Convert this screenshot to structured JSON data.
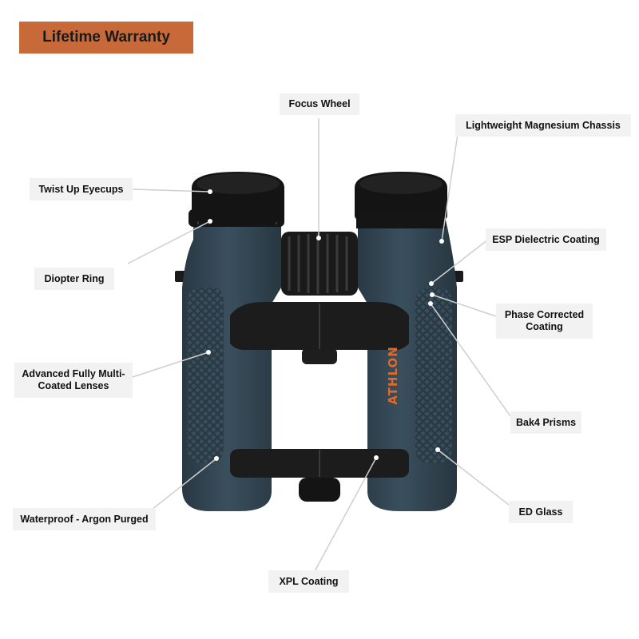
{
  "badge": {
    "text": "Lifetime Warranty",
    "color": "#c8693a"
  },
  "brand": {
    "text": "ATHLON",
    "color": "#e06a2c"
  },
  "colors": {
    "body": "#2f4250",
    "rubber": "#141414",
    "label_bg": "#f2f2f2",
    "leader": "#cfcfcf"
  },
  "labels": {
    "focus_wheel": "Focus Wheel",
    "magnesium_chassis": "Lightweight Magnesium Chassis",
    "twist_eyecups": "Twist Up Eyecups",
    "esp_coating": "ESP Dielectric Coating",
    "diopter_ring": "Diopter Ring",
    "phase_coating": "Phase Corrected Coating",
    "multicoated_lenses": "Advanced Fully Multi-Coated Lenses",
    "bak4_prisms": "Bak4 Prisms",
    "waterproof": "Waterproof - Argon Purged",
    "ed_glass": "ED Glass",
    "xpl_coating": "XPL Coating"
  }
}
